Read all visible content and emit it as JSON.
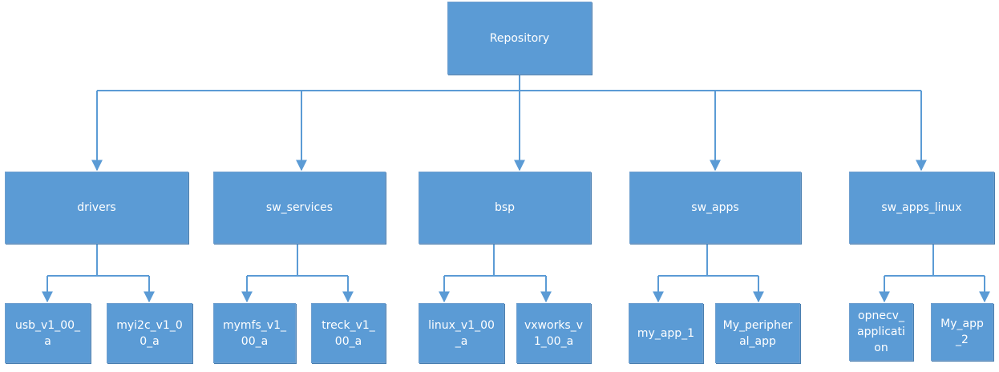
{
  "root": {
    "label": "Repository"
  },
  "categories": [
    {
      "label": "drivers",
      "children": [
        "usb_v1_00_a",
        "myi2c_v1_00_a"
      ]
    },
    {
      "label": "sw_services",
      "children": [
        "mymfs_v1_00_a",
        "treck_v1_00_a"
      ]
    },
    {
      "label": "bsp",
      "children": [
        "linux_v1_00_a",
        "vxworks_v1_00_a"
      ]
    },
    {
      "label": "sw_apps",
      "children": [
        "my_app_1",
        "My_peripheral_app"
      ]
    },
    {
      "label": "sw_apps_linux",
      "children": [
        "opnecv_application",
        "My_app_2"
      ]
    }
  ],
  "colors": {
    "box_fill": "#5b9bd5",
    "connector": "#5b9bd5",
    "text": "#ffffff"
  }
}
